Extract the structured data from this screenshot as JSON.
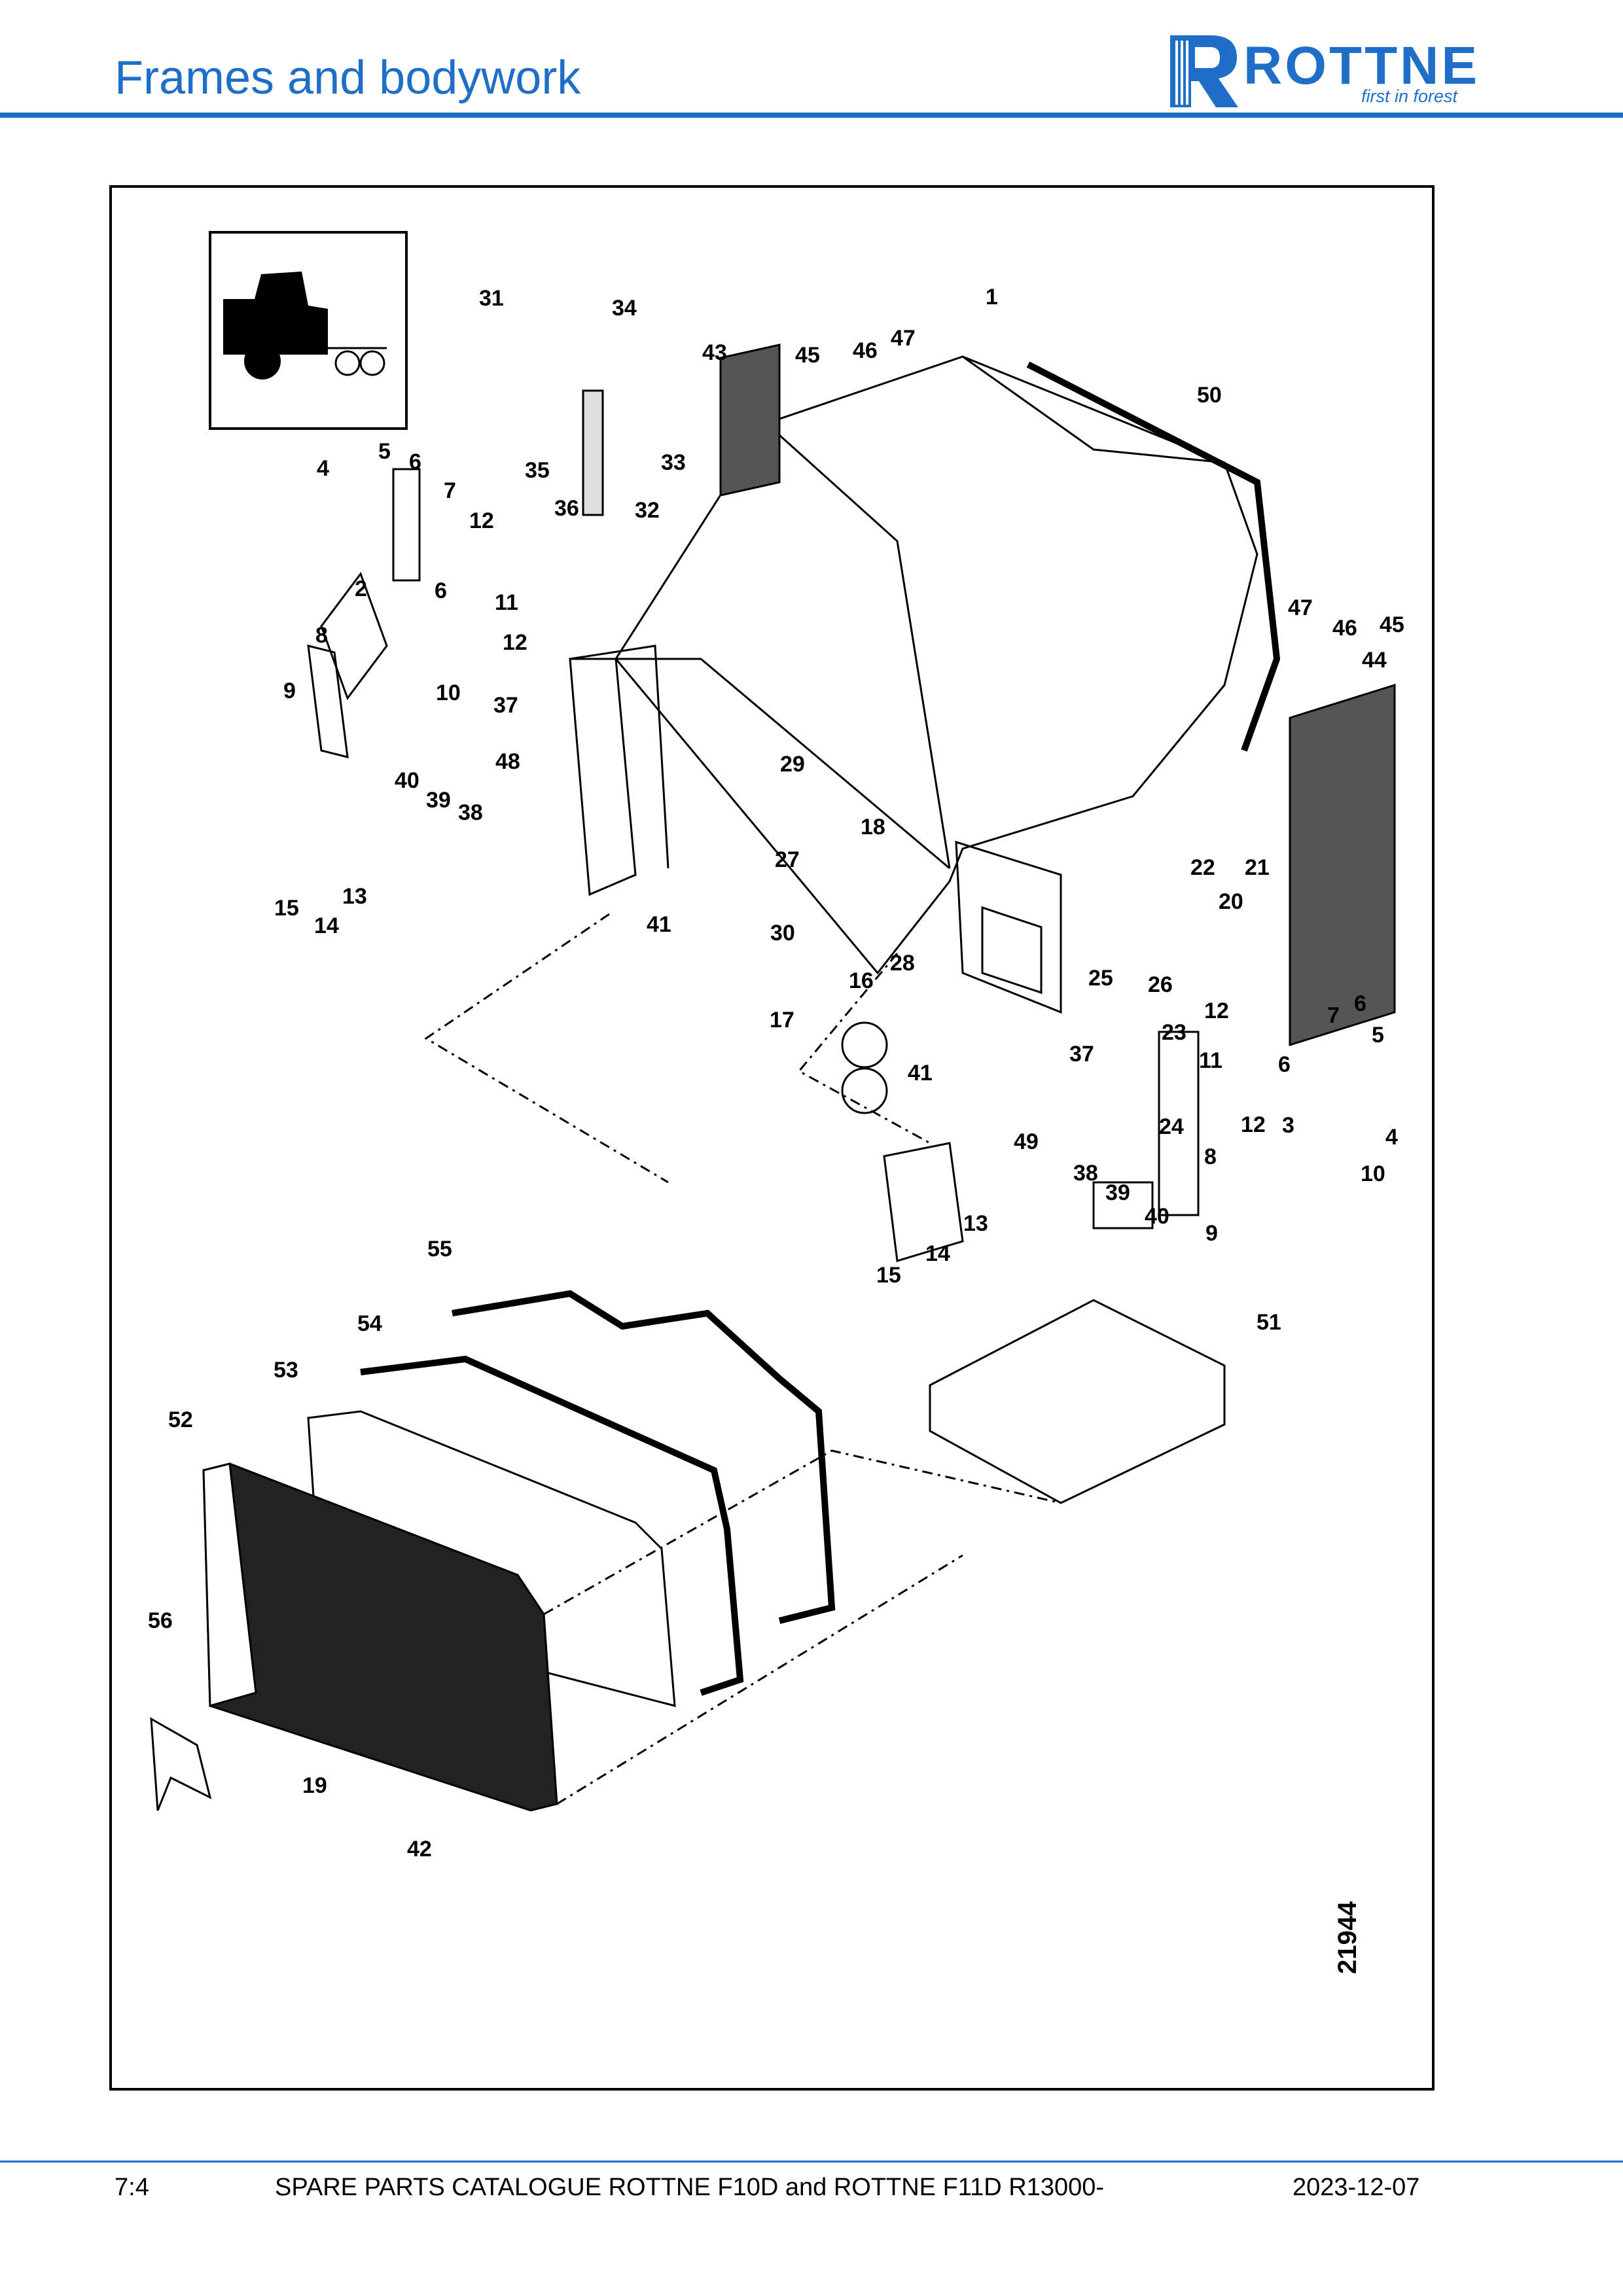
{
  "header": {
    "title": "Frames and bodywork",
    "logo_word": "ROTTNE",
    "logo_tagline": "first in forest",
    "accent_color": "#1f6fc9"
  },
  "diagram": {
    "figure_number": "21944",
    "callouts": [
      "1",
      "2",
      "3",
      "4",
      "5",
      "6",
      "7",
      "8",
      "9",
      "10",
      "11",
      "12",
      "13",
      "14",
      "15",
      "16",
      "17",
      "18",
      "19",
      "20",
      "21",
      "22",
      "23",
      "24",
      "25",
      "26",
      "27",
      "28",
      "29",
      "30",
      "31",
      "32",
      "33",
      "34",
      "35",
      "36",
      "37",
      "38",
      "39",
      "40",
      "41",
      "42",
      "43",
      "44",
      "45",
      "46",
      "47",
      "48",
      "49",
      "50",
      "51",
      "52",
      "53",
      "54",
      "55",
      "56"
    ]
  },
  "footer": {
    "page": "7:4",
    "catalogue": "SPARE PARTS CATALOGUE ROTTNE F10D and ROTTNE F11D R13000-",
    "date": "2023-12-07"
  }
}
